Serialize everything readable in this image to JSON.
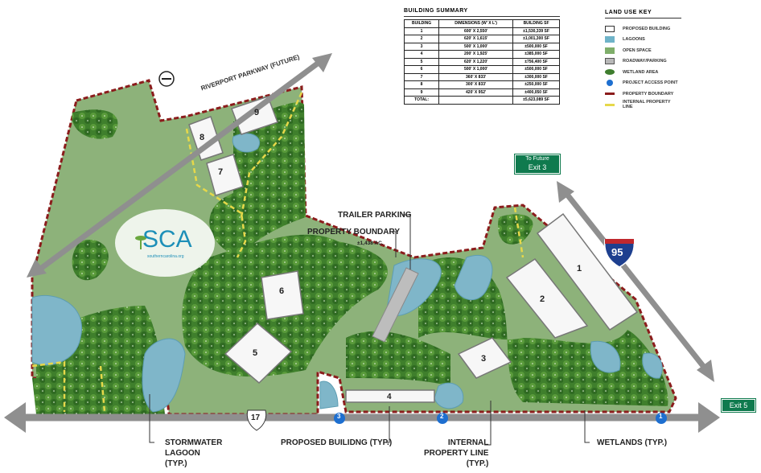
{
  "building_summary": {
    "title": "BUILDING SUMMARY",
    "columns": [
      "BUILDING",
      "DIMENSIONS (W' X L')",
      "BUILDING SF"
    ],
    "rows": [
      [
        "1",
        "600' X 2,550'",
        "±1,530,339 SF"
      ],
      [
        "2",
        "620' X 1,615'",
        "±1,001,300 SF"
      ],
      [
        "3",
        "500' X 1,000'",
        "±500,000 SF"
      ],
      [
        "4",
        "200' X 1,925'",
        "±385,000 SF"
      ],
      [
        "5",
        "620' X 1,220'",
        "±756,400 SF"
      ],
      [
        "6",
        "500' X 1,000'",
        "±500,000 SF"
      ],
      [
        "7",
        "360' X 833'",
        "±300,000 SF"
      ],
      [
        "8",
        "300' X 833'",
        "±250,000 SF"
      ],
      [
        "9",
        "420' X 952'",
        "±400,050 SF"
      ]
    ],
    "total_label": "TOTAL:",
    "total_value": "±5,623,089 SF"
  },
  "land_use_key": {
    "title": "LAND USE KEY",
    "items": [
      {
        "label": "PROPOSED BUILDING",
        "color": "#ffffff"
      },
      {
        "label": "LAGOONS",
        "color": "#6fb3c8"
      },
      {
        "label": "OPEN SPACE",
        "color": "#7fae6a"
      },
      {
        "label": "ROADWAY/PARKING",
        "color": "#b8b8b8"
      },
      {
        "label": "WETLAND AREA",
        "color": "#3e7d2e"
      },
      {
        "label": "PROJECT ACCESS POINT",
        "color": "#1e6fd0"
      },
      {
        "label": "PROPERTY BOUNDARY",
        "color": "#8b1c1c"
      },
      {
        "label": "INTERNAL PROPERTY LINE",
        "color": "#e6d84a"
      }
    ]
  },
  "map": {
    "roads": {
      "parkway": "RIVERPORT PARKWAY (FUTURE)",
      "highway_17": "17",
      "interstate": "95"
    },
    "exits": {
      "exit3_top": "To Future",
      "exit3": "Exit 3",
      "exit5": "Exit 5"
    },
    "buildings": [
      "1",
      "2",
      "3",
      "4",
      "5",
      "6",
      "7",
      "8",
      "9"
    ],
    "access_points": [
      "1",
      "2",
      "3"
    ],
    "logo_text": "SCA",
    "logo_url_text": "southerncarolina.org",
    "labels": {
      "trailer_parking": "TRAILER PARKING",
      "property_boundary": "PROPERTY BOUNDARY",
      "acreage": "±1,438 AC.",
      "stormwater": "STORMWATER\nLAGOON\n(TYP.)",
      "proposed_building": "PROPOSED BUILIDNG (TYP.)",
      "internal_line": "INTERNAL\nPROPERTY LINE\n(TYP.)",
      "wetlands": "WETLANDS (TYP.)"
    }
  }
}
